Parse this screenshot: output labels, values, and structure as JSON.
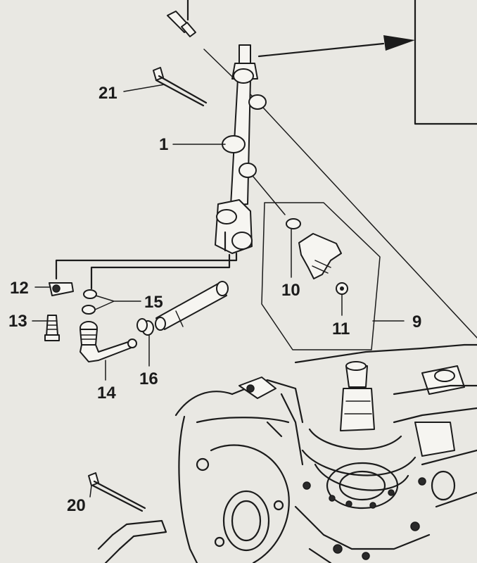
{
  "diagram": {
    "callouts": [
      {
        "id": "c21",
        "text": "21"
      },
      {
        "id": "c1",
        "text": "1"
      },
      {
        "id": "c12",
        "text": "12"
      },
      {
        "id": "c13",
        "text": "13"
      },
      {
        "id": "c15",
        "text": "15"
      },
      {
        "id": "c10",
        "text": "10"
      },
      {
        "id": "c11",
        "text": "11"
      },
      {
        "id": "c9",
        "text": "9"
      },
      {
        "id": "c14",
        "text": "14"
      },
      {
        "id": "c16",
        "text": "16"
      },
      {
        "id": "c20",
        "text": "20"
      }
    ]
  }
}
